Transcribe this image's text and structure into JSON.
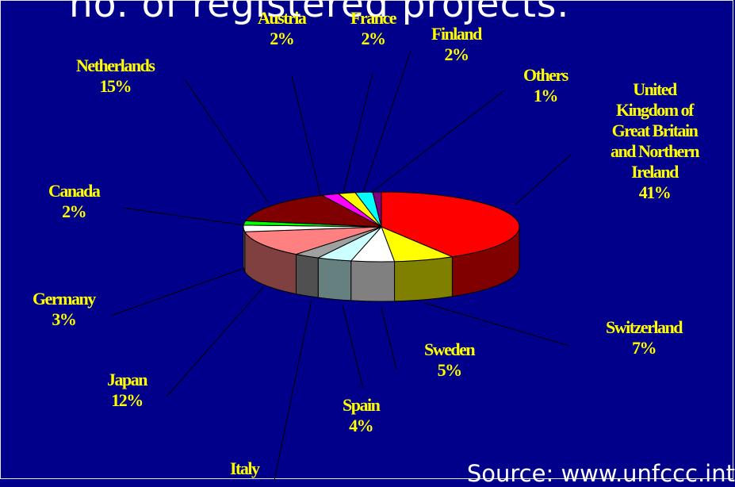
{
  "title": "no. of registered projects.",
  "source": "Source: www.unfccc.int",
  "chart_data": {
    "type": "pie",
    "title": "no. of registered projects.",
    "slices": [
      {
        "name": "United Kingdom of Great Britain and Northern Ireland",
        "label": "United\nKingdom of\nGreat Britain\nand Northern\nIreland",
        "value": 41,
        "value_label": "41%",
        "color": "#ff0000"
      },
      {
        "name": "Switzerland",
        "label": "Switzerland",
        "value": 7,
        "value_label": "7%",
        "color": "#ffff00"
      },
      {
        "name": "Sweden",
        "label": "Sweden",
        "value": 5,
        "value_label": "5%",
        "color": "#ffffff"
      },
      {
        "name": "Spain",
        "label": "Spain",
        "value": 4,
        "value_label": "4%",
        "color": "#ccffff"
      },
      {
        "name": "Italy",
        "label": "Italy",
        "value": 3,
        "value_label": "",
        "color": "#a0a0a0"
      },
      {
        "name": "Japan",
        "label": "Japan",
        "value": 12,
        "value_label": "12%",
        "color": "#ff8080"
      },
      {
        "name": "Germany",
        "label": "Germany",
        "value": 3,
        "value_label": "3%",
        "color": "#ffffff"
      },
      {
        "name": "Canada",
        "label": "Canada",
        "value": 2,
        "value_label": "2%",
        "color": "#00ff00"
      },
      {
        "name": "Netherlands",
        "label": "Netherlands",
        "value": 15,
        "value_label": "15%",
        "color": "#800000"
      },
      {
        "name": "Austria",
        "label": "Austria",
        "value": 2,
        "value_label": "2%",
        "color": "#ff00ff"
      },
      {
        "name": "France",
        "label": "France",
        "value": 2,
        "value_label": "2%",
        "color": "#ffff00"
      },
      {
        "name": "Finland",
        "label": "Finland",
        "value": 2,
        "value_label": "2%",
        "color": "#00ffff"
      },
      {
        "name": "Others",
        "label": "Others",
        "value": 1,
        "value_label": "1%",
        "color": "#800080"
      }
    ],
    "label_color": "#ffff00"
  }
}
